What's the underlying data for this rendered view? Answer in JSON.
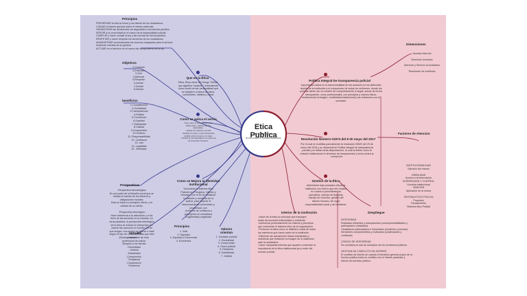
{
  "center": {
    "title": "Etica Publica",
    "subtitle": "INFOGRAFIA",
    "author": "ROSA ALBERTO SUAREZ MENDOZA"
  },
  "principios_top": {
    "title": "Principios",
    "lines": [
      "PRESERVAR la vida la honra y los bienes de los ciudadanos.",
      "CUIDAR el interés general sobre el interés particular",
      "GARANTIZAR las condiciones de seguridad y convivencia pacífica.",
      "SERVIR a la comunidad en el marco de la imparcialidad policial",
      "CUMPLIR y hacer cumplir la ley y las normas de forma pacífica.",
      "RESPETAR y hacer respetar los derechos de los ciudadanos.",
      "ADMINISTRAR correctamente los recursos asignados para el servicio",
      "rindiendo cuentas de su gestión.",
      "ACTUAR en el servicio en el marco del cumplimiento de la ley."
    ]
  },
  "objetivos": {
    "title": "Objetivos",
    "items": [
      "1-Construir",
      "2-Entender",
      "3-Vivir",
      "4-Adecuar",
      "5-Respetar",
      "6-Actuar",
      "7-Decidir",
      "8-Valorar"
    ]
  },
  "beneficios": {
    "title": "beneficios",
    "items": [
      "1-Cumplimiento",
      "2-Honestidad",
      "3-Transparencia",
      "4-Gestión",
      "5-Conciencia",
      "6-Equidad",
      "7-Solidaridad",
      "8-Calidad",
      "9-Cooperación",
      "10-Civismo",
      "11- Responsabilidad",
      "12- Confianza",
      "13- oral",
      "14- Legalidad",
      "15 - Bienestar"
    ]
  },
  "perspectivas": {
    "title": "Perspectivas",
    "lines": [
      "-Perspectiva deontológica:",
      "Es una parte de la filosofía moral que se",
      "dedica al estudio de los deberes y",
      "obligaciones morales.",
      "Esta se basa en principios éticos, y la",
      "calidad de su mérito.",
      "",
      "-Perspectiva teleológica:",
      "Hace referencia a la valoración y a los",
      "fines de las acciones en sí mismas, en",
      "otras palabras, la perspectiva teleológica",
      "de la ética se enfoca en interpretar y/o",
      "valorar las acciones en función del fin",
      "que tengan, una acción es buena o mala",
      "según el tipo de consecuencias que esta",
      "produce."
    ]
  },
  "virtudes": {
    "title": "Virtudes",
    "lines": [
      "Virtudes esenciales de todo",
      "profesional de policía",
      "-Respeto a los demás",
      "-Honestidad",
      "-Justicia",
      "-Solidaridad",
      "-Compromiso",
      "-Templanza",
      "-Cooperación",
      "-Prudencia"
    ]
  },
  "principios_small": {
    "title": "Principios",
    "items": [
      "1. Vida",
      "2. Dignidad",
      "3. Equidad y Coherencia",
      "4. Excelencia"
    ]
  },
  "valores": {
    "title": "Valores\norientan",
    "items": [
      "1. Vocación policial",
      "2. Honestidad",
      "3. Compromiso",
      "4. Honor policial",
      "5. Disciplina",
      "6. Solidaridad",
      "7. Justicia"
    ]
  },
  "que_es": {
    "title": "Que es la Ética",
    "lines": [
      "Ética: Ética viene del Griego \"Ethos\"",
      "que significa \"carácter\", entendiendo",
      "como modo de ser personalidad que",
      "se adquiere a fuerza de actos,",
      "costumbres, hábitos y virtud."
    ]
  },
  "como_se_aplica": {
    "title": "Como se aplica el servio",
    "lines": [
      "-Tener claro el concepto de ética.",
      "-Diferenciar y aplicar criterios",
      "adecuados.",
      "-Aplicar los criterios y la vida",
      "-Adoptar lo mejor y más conveniente",
      "posible entre lo bueno y lo malo.",
      "-Cumplir la normatividad en el marco de",
      "los derechos humanos."
    ]
  },
  "como_mejora": {
    "title": "Como se Mejora la identidad\ninstitucional",
    "lines": [
      "Vinculando el sistema ético",
      "Policial con Principios, Valores y",
      "Virtudes. Con el fin de fortalecer",
      "el carácter y conducta de la",
      "policía, para mejorar el",
      "relacionamiento comunitario y",
      "proximidad, con",
      "-Aumento de confianza y",
      "percepción en ciudadana",
      "-Legitimidad y legalidad"
    ]
  },
  "politica": {
    "title": "Política Integral De transparencia policial",
    "lines": [
      "Importancia radica en la transversalidad de las acciones en los diferentes",
      "niveles de la institución y el compromiso de todos los uniformes, donde los",
      "policías deben ser un modelo de comportamiento a seguir, actuar de forma",
      "transparente, como profesionales, con principios y valores éticos,",
      "fortaleciendo la imagen, credibilidad institucional y las relaciones con la",
      "sociedad."
    ]
  },
  "resolucion": {
    "title": "Resolución Numero 01974 del 8 de mayo del 2017",
    "lines": [
      "Por el cual se modifica parcialmente la resolución 05520 del 29 de",
      "enero del 2016 y se desarrolla la Política integral de transparencia",
      "policial y se dictan otras disposiciones, la cual la define como la",
      "relación institucional en términos de transparencia y lucha contra la",
      "corrupción."
    ]
  },
  "gestion": {
    "title": "Gestion de la Ética",
    "lines": [
      "Administrar bajo principios éticos la",
      "institución con todo lo que ello implica",
      "en cuanto a procedimientos",
      "operativos, manejo de finanzas,",
      "manejo de recursos, gestión del",
      "talento humano, sin lugar",
      "responsabilidad social y del ambiente."
    ]
  },
  "dimensiones": {
    "title": "Dimensiones",
    "items": [
      "Asuntos internos",
      "Derechos humanos",
      "Atención y Servicio al ciudadano",
      "Resolución de conflictos"
    ]
  },
  "factores": {
    "title": "Factores de Atencion",
    "lines": [
      "INSTITUCIONALIDAD",
      "Ejercicio del mando",
      "",
      "VISIBILIDAD",
      "Acceso a la información",
      "SUPERVISIÓN Y CONTROL",
      "Doctrina institucional",
      "SANCIÓN",
      "Aplicación de la norma",
      "",
      "SISTEMA ÉTICO POLICIA",
      "Propósito",
      "Fundamentos",
      "Sistema ético Policial"
    ]
  },
  "interior": {
    "title": "Interior de la institución",
    "lines": [
      "-Hacer de la ética un principio que impregne",
      "todas las acciones individuales y colectivas",
      "-Interiorizar profundamente los valores y principios",
      "que conforman el sistema ético de la organización",
      "-Promover la ética como un distintivo social de todos",
      "los miembros que hacen parte de la institución",
      "-Estimular las actuaciones éticas individuales y",
      "colectivas que fortalecen la imagen de la institución",
      "ante la ciudadanía",
      "-Hacer campañas internas que ayuden a entender la",
      "importancia de la ética institucional ya y motor del",
      "servicio policial"
    ]
  },
  "despliegue": {
    "title": "Despliegue",
    "lines": [
      "INTEGRIDAD",
      "Entidades eficientes y transparentes (corresponsabilidades y",
      "participación ciudadana)",
      "Ciudadanos participativos e informados (rendición y cuentas)",
      "Servidores comprometidos y motivados (colaboración y",
      "confianza)",
      "",
      "CÓDIGO DE INTEGRIDAD",
      "Se considera la ruta de actuación de los servidores públicos.",
      "",
      "GESTIÓN DE CONFLICTO DE INTERÉS",
      "El conflicto de interés se cuando el beneficio general propio de la",
      "función pública entra en conflicto con el interés particular y",
      "directo del servidor público."
    ]
  }
}
